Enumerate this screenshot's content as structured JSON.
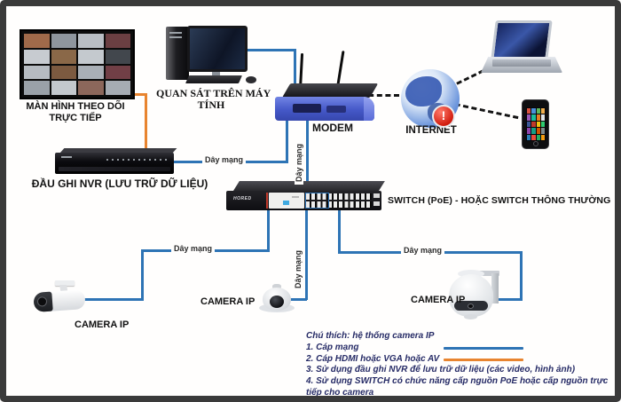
{
  "colors": {
    "cable-blue": "#2e74b5",
    "cable-orange": "#e8842f",
    "dash-black": "#141414",
    "legend-text": "#262b66",
    "label-text": "#121212",
    "frame": "#3a3a3a"
  },
  "labels": {
    "monitor_line1": "MÀN HÌNH THEO DÕI",
    "monitor_line2": "TRỰC TIẾP",
    "computer_line1": "QUAN SÁT TRÊN MÁY",
    "computer_line2": "TÍNH",
    "nvr": "ĐẦU GHI NVR (LƯU TRỮ DỮ LIỆU)",
    "modem": "MODEM",
    "internet": "INTERNET",
    "switch": "SWITCH (PoE) - HOẶC SWITCH THÔNG THƯỜNG",
    "camera_left": "CAMERA IP",
    "camera_middle": "CAMERA IP",
    "camera_right": "CAMERA IP",
    "cable": "Dây mạng"
  },
  "devices": {
    "switch_brand": "HORED",
    "internet_badge": "!"
  },
  "legend": {
    "title": "Chú thích: hệ thống camera IP",
    "items": [
      {
        "text": "1. Cáp mạng",
        "swatch": "#2e74b5"
      },
      {
        "text": "2. Cáp HDMI hoặc VGA hoặc AV",
        "swatch": "#e8842f"
      },
      {
        "text": "3. Sử dụng đầu ghi NVR để lưu trữ dữ liệu (các video, hình ảnh)"
      },
      {
        "text": "4. Sử dụng SWITCH có chức năng cấp nguồn PoE hoặc cấp nguồn trực tiếp cho camera"
      }
    ]
  },
  "monitor": {
    "tiles": [
      "#a06a4a",
      "#8f969e",
      "#b9bec4",
      "#6b3f42",
      "#c7cbd0",
      "#8a6848",
      "#c4c9ce",
      "#42474d",
      "#b6bbc1",
      "#7c5a40",
      "#a9afb6",
      "#713f46",
      "#9aa1a8",
      "#c3c8cd",
      "#8c675b",
      "#a6acb3"
    ]
  },
  "phone": {
    "tiles": [
      "#d9533f",
      "#4a90d9",
      "#5cb85c",
      "#f0ad4e",
      "#9b59b6",
      "#1abc9c",
      "#e67e22",
      "#dfe4ea",
      "#3b5998",
      "#c0392b",
      "#f1c40f",
      "#2ecc71",
      "#8e44ad",
      "#16a085",
      "#d35400",
      "#7f8c8d",
      "#2980b9",
      "#e74c3c",
      "#27ae60",
      "#f39c12"
    ]
  }
}
